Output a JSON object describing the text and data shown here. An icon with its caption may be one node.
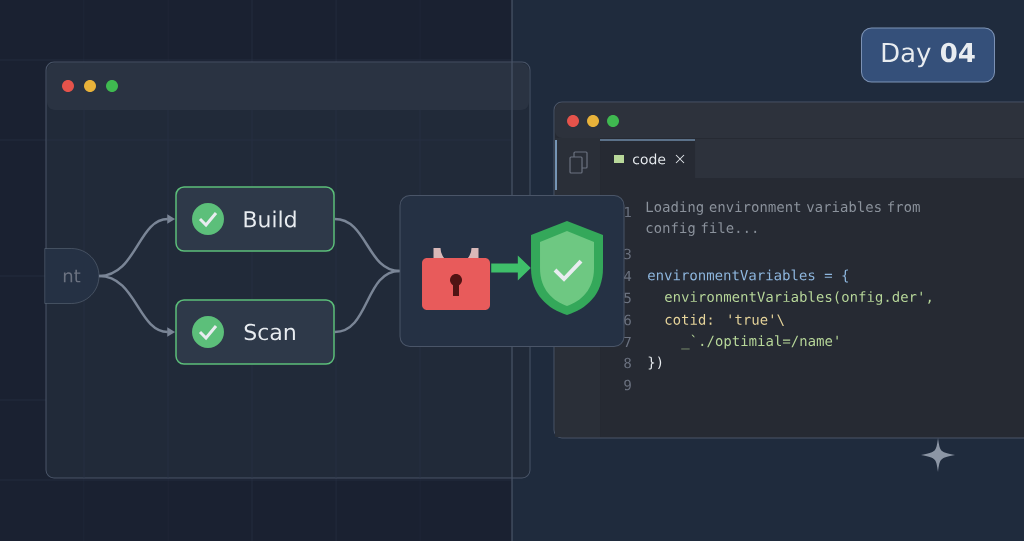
{
  "diagram": {
    "nodes": [
      {
        "text": [
          "nt"
        ]
      },
      {
        "text": [
          "Build"
        ]
      },
      {
        "text": [
          "Scan"
        ]
      },
      {
        "text": [],
        "shape": "box"
      },
      {
        "text": [],
        "shape": "picture",
        "in": 3
      },
      {
        "text": [],
        "shape": "picture",
        "in": 3
      },
      {
        "text": [
          "Day **04**"
        ]
      }
    ],
    "edges": [
      {
        "from": 0,
        "to": 1,
        "arrow": "to"
      },
      {
        "from": 0,
        "to": 2,
        "arrow": "to"
      },
      {
        "from": 1,
        "to": 3,
        "arrow": "none"
      },
      {
        "from": 2,
        "to": 3,
        "arrow": "none"
      },
      {
        "from": 4,
        "to": 5,
        "arrow": "to",
        "style": "thick",
        "color": "#3fbf6a"
      }
    ],
    "labels": [
      "code",
      "1",
      "Loading environment variables from config file...",
      "3",
      "4",
      "environmentVariables = {",
      "5",
      "environmentVariables(onfig.der',",
      "6",
      "cotid: 'true'\\",
      "7",
      "_`./optimial=/name'",
      "8",
      "})",
      "9"
    ]
  }
}
